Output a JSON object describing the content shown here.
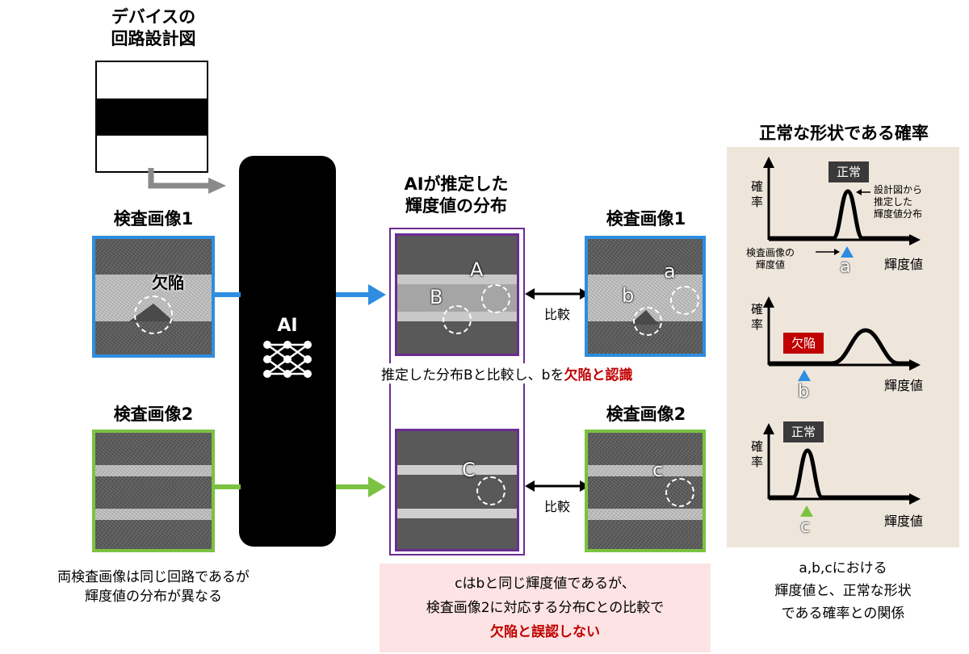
{
  "design": {
    "title_line1": "デバイスの",
    "title_line2": "回路設計図"
  },
  "ai": {
    "label": "AI"
  },
  "inspection1": {
    "title": "検査画像1",
    "defect_label": "欠陥"
  },
  "inspection2": {
    "title": "検査画像2"
  },
  "left_caption": {
    "line1": "両検査画像は同じ回路であるが",
    "line2": "輝度値の分布が異なる"
  },
  "estimated": {
    "title_line1": "AIが推定した",
    "title_line2": "輝度値の分布",
    "letter_A": "A",
    "letter_B": "B",
    "letter_C": "C",
    "note_prefix": "推定した分布Bと比較し、bを",
    "note_emphasis": "欠陥と認識"
  },
  "compare_label": "比較",
  "right_images": {
    "title1": "検査画像1",
    "title2": "検査画像2",
    "letter_a": "a",
    "letter_b": "b",
    "letter_c": "c"
  },
  "bottom_note": {
    "line1": "cはbと同じ輝度値であるが、",
    "line2": "検査画像2に対応する分布Cとの比較で",
    "line3": "欠陥と誤認しない"
  },
  "prob_panel": {
    "title": "正常な形状である確率",
    "y_label": "確\n率",
    "x_label": "輝度値",
    "chart1": {
      "tag": "正常",
      "annotation": "設計図から\n推定した\n輝度値分布",
      "pointer_label": "検査画像の\n輝度値",
      "marker": "a",
      "marker_color": "#2e8de0"
    },
    "chart2": {
      "tag": "欠陥",
      "marker": "b",
      "marker_color": "#2e8de0"
    },
    "chart3": {
      "tag": "正常",
      "marker": "c",
      "marker_color": "#7cc242"
    },
    "caption": {
      "line1": "a,b,cにおける",
      "line2": "輝度値と、正常な形状",
      "line3": "である確率との関係"
    }
  },
  "colors": {
    "blue": "#2e8de0",
    "green": "#7cc242",
    "purple": "#6b2d91",
    "red": "#c00000",
    "panel_bg": "#efe6db"
  }
}
